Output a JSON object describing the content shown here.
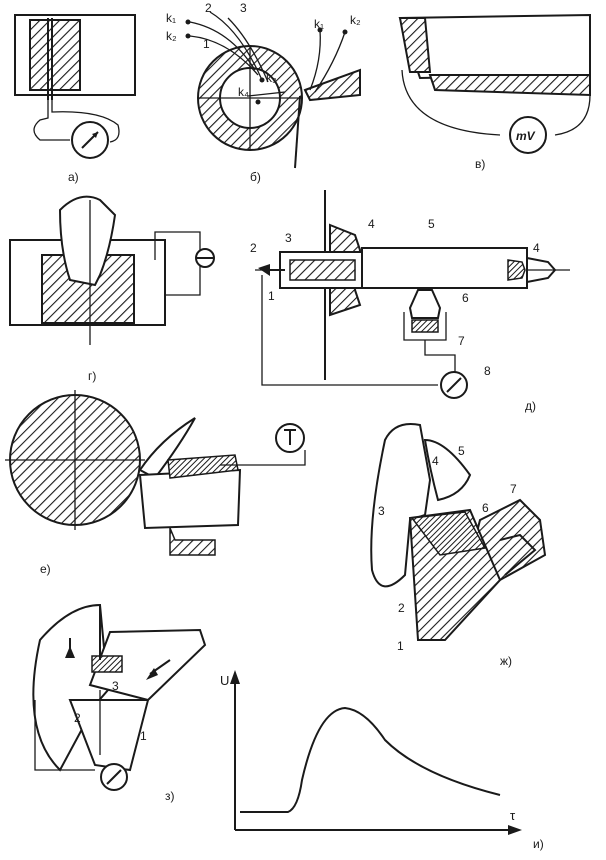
{
  "captions": {
    "a": "а)",
    "b": "б)",
    "v": "в)",
    "g": "г)",
    "d": "д)",
    "e": "е)",
    "zh": "ж)",
    "z": "з)",
    "i": "и)"
  },
  "panel_b_labels": {
    "k1_left": "k₁",
    "k2_left": "k₂",
    "n2": "2",
    "n3": "3",
    "n1": "1",
    "k3": "k₃",
    "k4": "k₄",
    "k1_right": "k₁",
    "k2_right": "k₂"
  },
  "panel_v_labels": {
    "meter": "mV"
  },
  "panel_d_labels": {
    "n1": "1",
    "n2": "2",
    "n3": "3",
    "n4": "4",
    "n5": "5",
    "n4b": "4",
    "n6": "6",
    "n7": "7",
    "n8": "8"
  },
  "panel_zh_labels": {
    "n1": "1",
    "n2": "2",
    "n3": "3",
    "n4": "4",
    "n5": "5",
    "n6": "6",
    "n7": "7"
  },
  "panel_z_labels": {
    "n1": "1",
    "n2": "2",
    "n3": "3"
  },
  "panel_i_axes": {
    "y": "U",
    "x": "τ"
  }
}
